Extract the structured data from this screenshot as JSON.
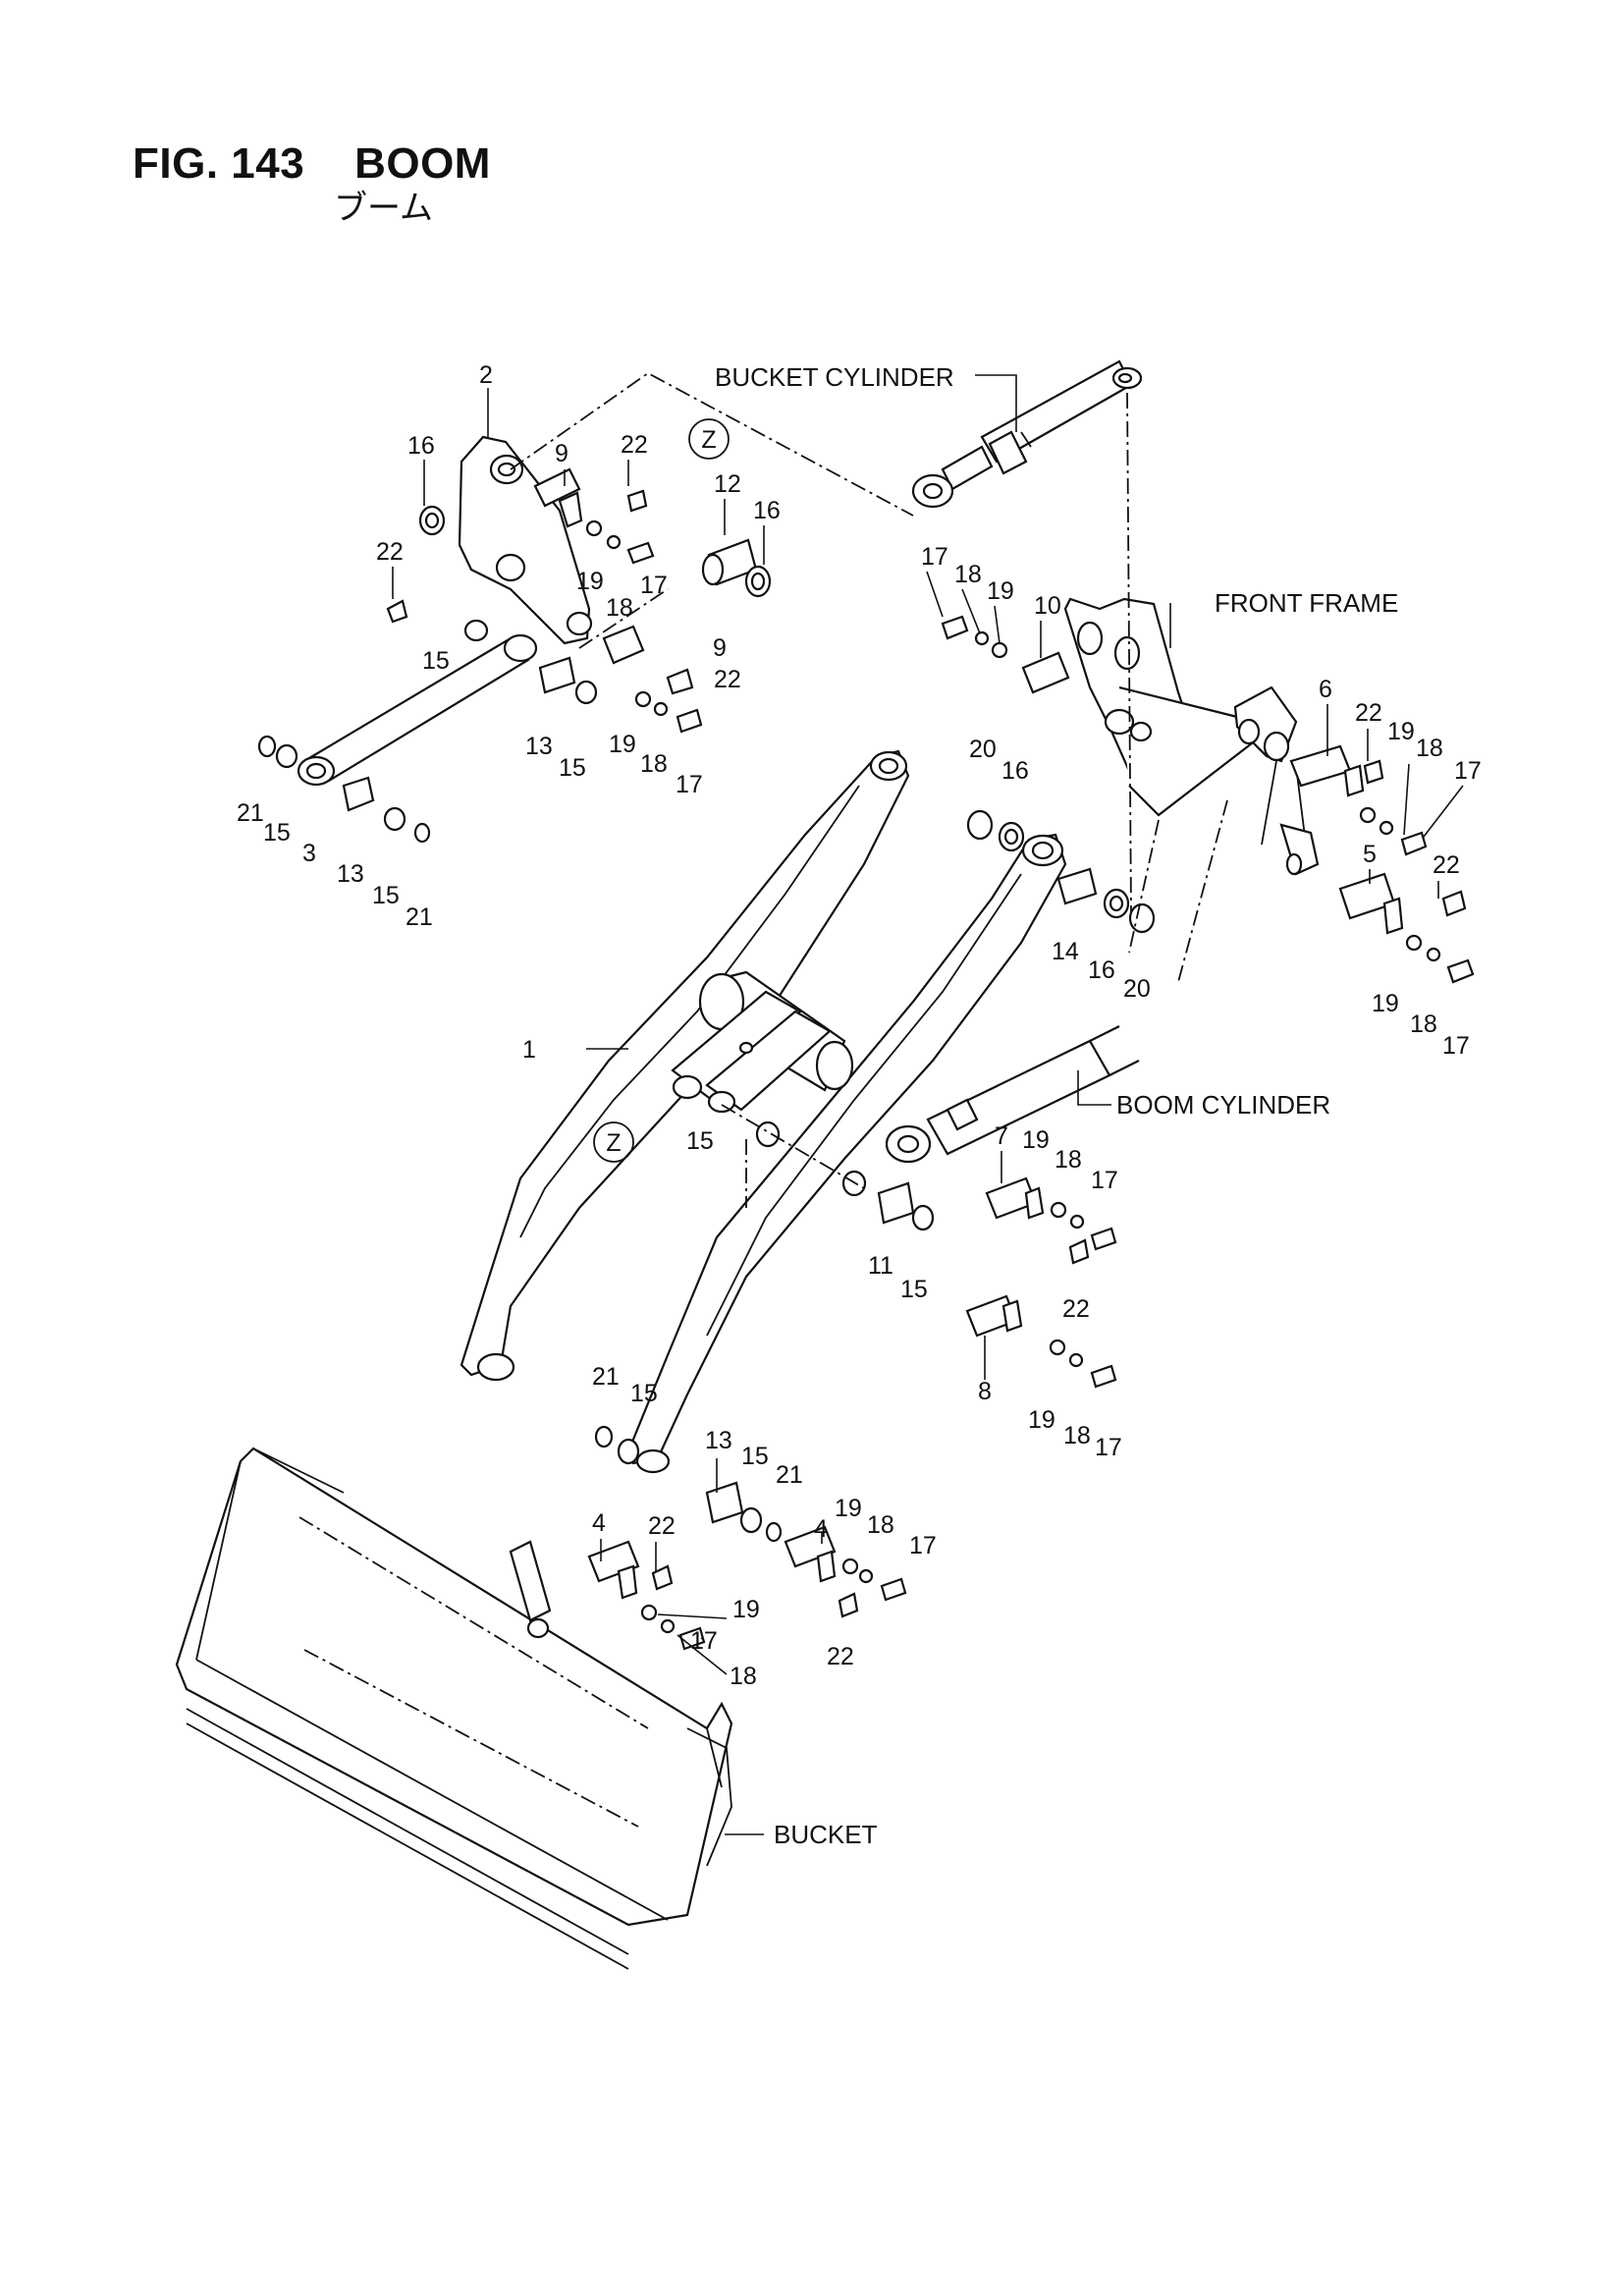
{
  "figure": {
    "title": "FIG. 143    BOOM",
    "subtitle": "ブーム"
  },
  "assemblies": {
    "bucket_cylinder": "BUCKET CYLINDER",
    "front_frame": "FRONT FRAME",
    "boom_cylinder": "BOOM CYLINDER",
    "bucket": "BUCKET"
  },
  "detail_marker": "Z",
  "callouts": [
    "1",
    "2",
    "3",
    "4",
    "5",
    "6",
    "7",
    "8",
    "9",
    "10",
    "11",
    "12",
    "13",
    "14",
    "15",
    "16",
    "17",
    "18",
    "19",
    "20",
    "21",
    "22"
  ]
}
